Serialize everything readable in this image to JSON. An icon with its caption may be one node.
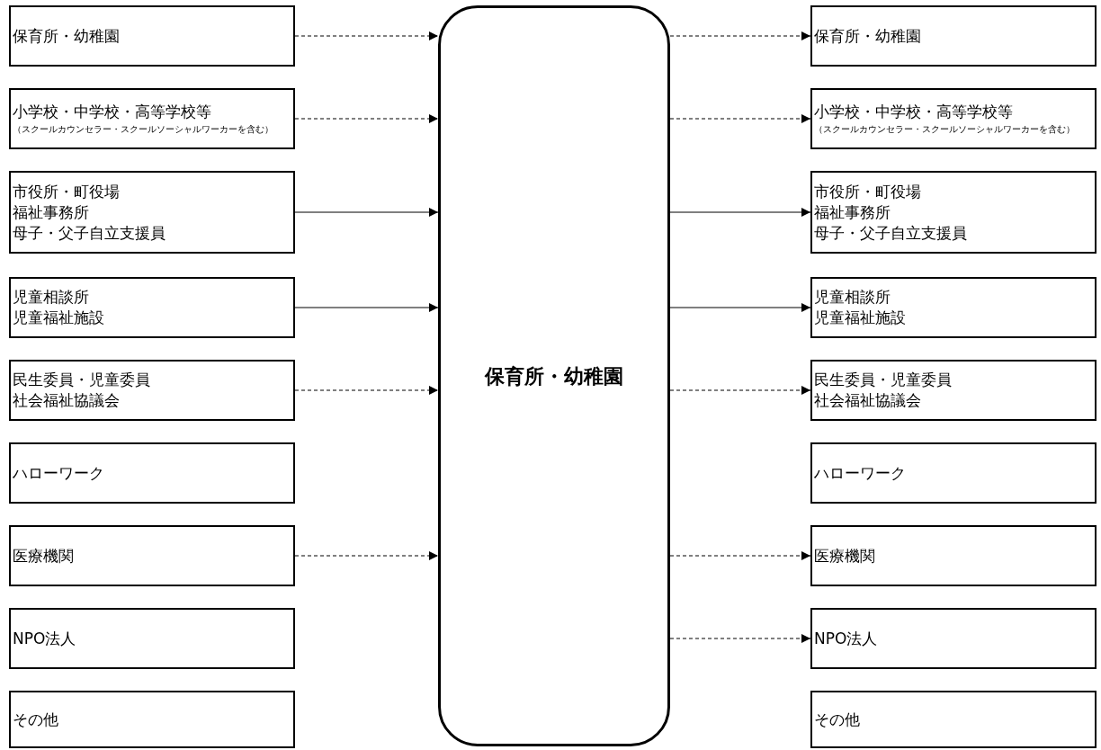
{
  "diagram": {
    "nodes": [
      {
        "text": [
          "保育所・幼稚園"
        ]
      },
      {
        "text": [
          "小学校・中学校・高等学校等",
          "（スクールカウンセラー・スクールソーシャルワーカーを含む）"
        ]
      },
      {
        "text": [
          "市役所・町役場",
          "福祉事務所",
          "母子・父子自立支援員"
        ]
      },
      {
        "text": [
          "児童相談所",
          "児童福祉施設"
        ]
      },
      {
        "text": [
          "民生委員・児童委員",
          "社会福祉協議会"
        ]
      },
      {
        "text": [
          "ハローワーク"
        ]
      },
      {
        "text": [
          "医療機関"
        ]
      },
      {
        "text": [
          "NPO法人"
        ]
      },
      {
        "text": [
          "その他"
        ]
      },
      {
        "text": [
          "保育所・幼稚園"
        ]
      },
      {
        "text": [
          "保育所・幼稚園"
        ]
      },
      {
        "text": [
          "小学校・中学校・高等学校等",
          "（スクールカウンセラー・スクールソーシャルワーカーを含む）"
        ]
      },
      {
        "text": [
          "市役所・町役場",
          "福祉事務所",
          "母子・父子自立支援員"
        ]
      },
      {
        "text": [
          "児童相談所",
          "児童福祉施設"
        ]
      },
      {
        "text": [
          "民生委員・児童委員",
          "社会福祉協議会"
        ]
      },
      {
        "text": [
          "ハローワーク"
        ]
      },
      {
        "text": [
          "医療機関"
        ]
      },
      {
        "text": [
          "NPO法人"
        ]
      },
      {
        "text": [
          "その他"
        ]
      }
    ],
    "edges": [
      {
        "from": 0,
        "to": 9,
        "arrow": "to",
        "style": "dashed"
      },
      {
        "from": 1,
        "to": 9,
        "arrow": "to",
        "style": "dashed"
      },
      {
        "from": 2,
        "to": 9,
        "arrow": "to"
      },
      {
        "from": 3,
        "to": 9,
        "arrow": "to"
      },
      {
        "from": 4,
        "to": 9,
        "arrow": "to",
        "style": "dashed"
      },
      {
        "from": 6,
        "to": 9,
        "arrow": "to",
        "style": "dashed"
      },
      {
        "from": 9,
        "to": 10,
        "arrow": "to",
        "style": "dashed"
      },
      {
        "from": 9,
        "to": 11,
        "arrow": "to",
        "style": "dashed"
      },
      {
        "from": 9,
        "to": 12,
        "arrow": "to"
      },
      {
        "from": 9,
        "to": 13,
        "arrow": "to"
      },
      {
        "from": 9,
        "to": 14,
        "arrow": "to",
        "style": "dashed"
      },
      {
        "from": 9,
        "to": 16,
        "arrow": "to",
        "style": "dashed"
      },
      {
        "from": 9,
        "to": 17,
        "arrow": "to",
        "style": "dashed"
      }
    ]
  }
}
